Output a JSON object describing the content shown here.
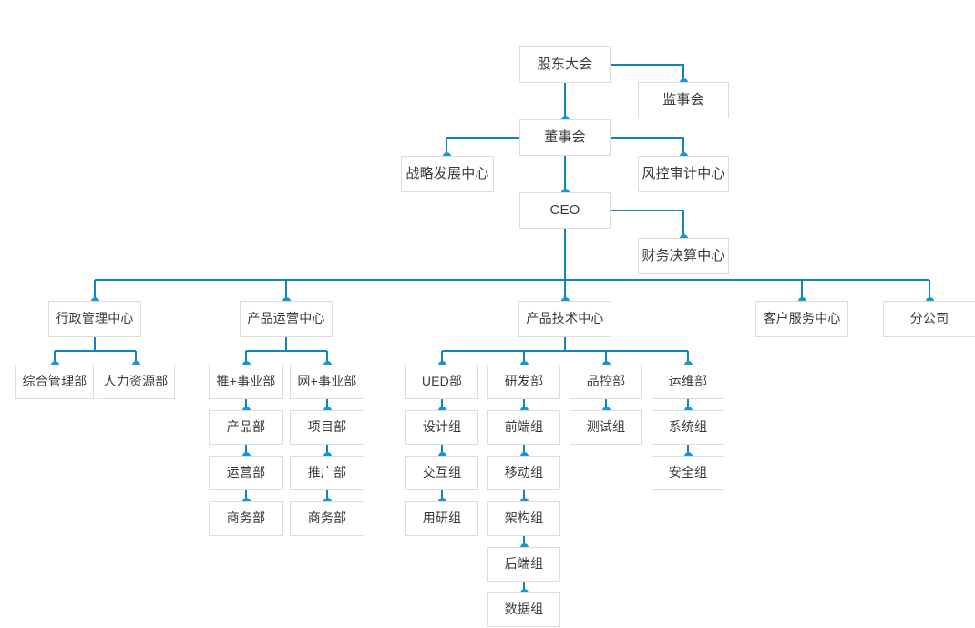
{
  "colors": {
    "line": "#0f84b8",
    "dot": "#1296db",
    "box_border": "#dcdcdc",
    "text": "#3a3a3a",
    "background": "#ffffff"
  },
  "chart_data": {
    "type": "diagram",
    "title": "",
    "orientation": "top-down organizational chart"
  },
  "nodes": {
    "shareholders": "股东大会",
    "supervisory": "监事会",
    "board": "董事会",
    "strategy": "战略发展中心",
    "risk_audit": "风控审计中心",
    "ceo": "CEO",
    "finance": "财务决算中心",
    "admin_center": "行政管理中心",
    "admin_general": "综合管理部",
    "admin_hr": "人力资源部",
    "ops_center": "产品运营中心",
    "ops_tui": "推+事业部",
    "ops_tui_1": "产品部",
    "ops_tui_2": "运营部",
    "ops_tui_3": "商务部",
    "ops_wang": "网+事业部",
    "ops_wang_1": "项目部",
    "ops_wang_2": "推广部",
    "ops_wang_3": "商务部",
    "tech_center": "产品技术中心",
    "tech_ued": "UED部",
    "tech_ued_1": "设计组",
    "tech_ued_2": "交互组",
    "tech_ued_3": "用研组",
    "tech_rd": "研发部",
    "tech_rd_1": "前端组",
    "tech_rd_2": "移动组",
    "tech_rd_3": "架构组",
    "tech_rd_4": "后端组",
    "tech_rd_5": "数据组",
    "tech_qa": "品控部",
    "tech_qa_1": "测试组",
    "tech_ops": "运维部",
    "tech_ops_1": "系统组",
    "tech_ops_2": "安全组",
    "service_center": "客户服务中心",
    "branch": "分公司"
  }
}
